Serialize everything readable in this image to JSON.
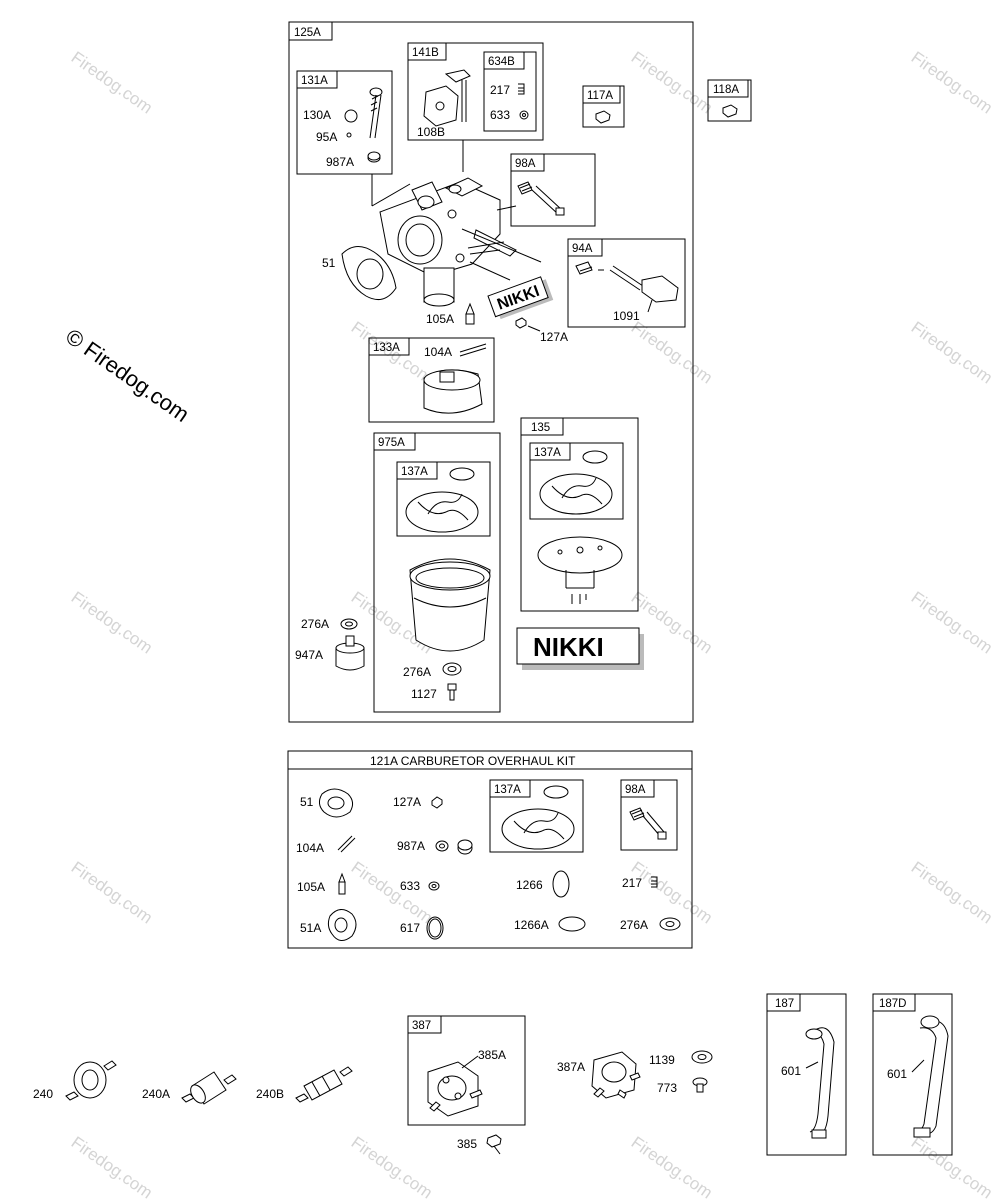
{
  "watermark": {
    "text": "Firedog.com",
    "large_text": "© Firedog.com"
  },
  "main_assembly": {
    "label": "125A",
    "groups": {
      "g131A": "131A",
      "g141B": "141B",
      "g634B": "634B",
      "g117A": "117A",
      "g118A": "118A",
      "g98A": "98A",
      "g94A": "94A",
      "g133A": "133A",
      "g975A": "975A",
      "g137A_1": "137A",
      "g135": "135",
      "g137A_2": "137A"
    },
    "parts": {
      "p130A": "130A",
      "p95A": "95A",
      "p987A": "987A",
      "p217": "217",
      "p633": "633",
      "p108B": "108B",
      "p51": "51",
      "p105A": "105A",
      "p127A": "127A",
      "p1091": "1091",
      "p104A": "104A",
      "p276A_1": "276A",
      "p947A": "947A",
      "p276A_2": "276A",
      "p1127": "1127"
    },
    "brand_small": "NIKKI",
    "brand_large": "NIKKI"
  },
  "overhaul_kit": {
    "title": "121A CARBURETOR OVERHAUL KIT",
    "groups": {
      "g137A": "137A",
      "g98A": "98A"
    },
    "parts": {
      "p51": "51",
      "p127A": "127A",
      "p104A": "104A",
      "p987A": "987A",
      "p105A": "105A",
      "p633": "633",
      "p1266": "1266",
      "p217": "217",
      "p51A": "51A",
      "p617": "617",
      "p1266A": "1266A",
      "p276A": "276A"
    }
  },
  "bottom_row": {
    "p240": "240",
    "p240A": "240A",
    "p240B": "240B",
    "g387": "387",
    "p385A": "385A",
    "p385": "385",
    "p387A": "387A",
    "p1139": "1139",
    "p773": "773",
    "g187": "187",
    "p601_1": "601",
    "g187D": "187D",
    "p601_2": "601"
  }
}
